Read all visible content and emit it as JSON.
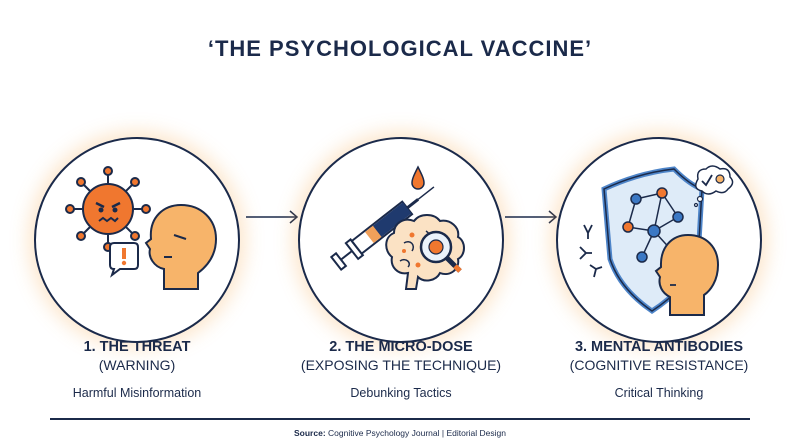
{
  "title": "‘THE PSYCHOLOGICAL VACCINE’",
  "stages": [
    {
      "heading": "1. THE THREAT",
      "subheading": "(WARNING)",
      "description": "Harmful Misinformation",
      "icon": "virus-and-head-icon"
    },
    {
      "heading": "2. THE MICRO-DOSE",
      "subheading": "(EXPOSING THE TECHNIQUE)",
      "description": "Debunking Tactics",
      "icon": "syringe-and-brain-icon"
    },
    {
      "heading": "3. MENTAL ANTIBODIES",
      "subheading": "(COGNITIVE RESISTANCE)",
      "description": "Critical Thinking",
      "icon": "shield-and-head-icon"
    }
  ],
  "footer": {
    "source_label": "Source:",
    "source_text": " Cognitive Psychology Journal | Editorial Design"
  },
  "colors": {
    "navy": "#1b2a4a",
    "orange": "#f0772f",
    "glow": "#f5aa50",
    "blue": "#3b78c4"
  }
}
